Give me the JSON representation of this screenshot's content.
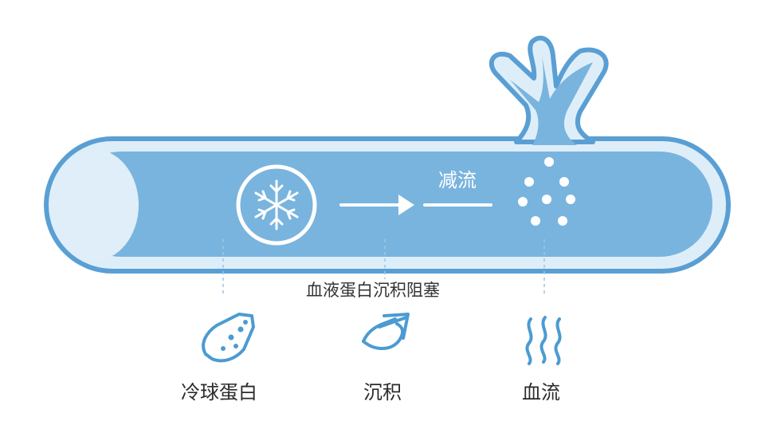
{
  "diagram": {
    "reduce_label": "减流",
    "main_label": "血液蛋白沉积阻塞",
    "items": [
      {
        "label": "冷球蛋白",
        "icon": "particle-bottle-icon"
      },
      {
        "label": "沉积",
        "icon": "curved-arrow-icon"
      },
      {
        "label": "血流",
        "icon": "heat-waves-icon"
      }
    ]
  },
  "colors": {
    "vessel_outline": "#5a9fd4",
    "vessel_fill": "#79b4de",
    "vessel_light": "#dfeef9",
    "icon_blue": "#4b9bd2",
    "leader": "#9cc6e6"
  }
}
